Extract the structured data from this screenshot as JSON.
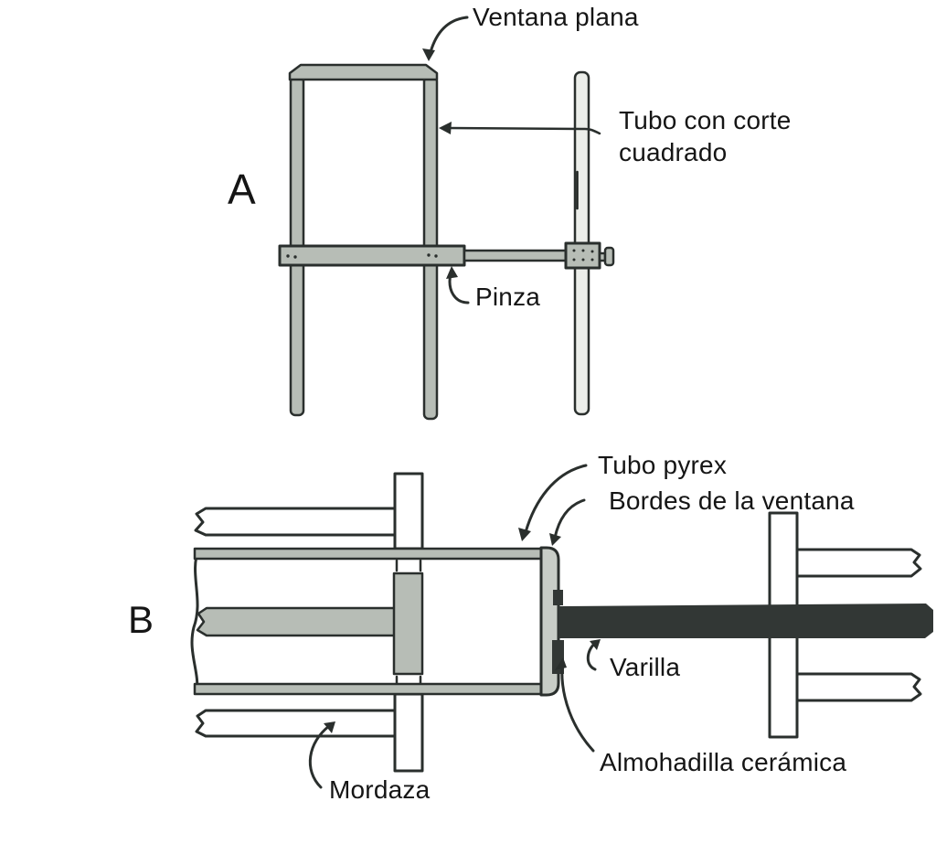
{
  "panel_a": {
    "label": "A",
    "annotations": {
      "ventana_plana": "Ventana plana",
      "tubo_corte": "Tubo con corte cuadrado",
      "pinza": "Pinza"
    }
  },
  "panel_b": {
    "label": "B",
    "annotations": {
      "tubo_pyrex": "Tubo pyrex",
      "bordes_ventana": "Bordes de la ventana",
      "varilla": "Varilla",
      "almohadilla": "Almohadilla cerámica",
      "mordaza": "Mordaza"
    }
  },
  "colors": {
    "background": "#ffffff",
    "metal_gray": "#b7bdb6",
    "window_gray": "#c8cdc7",
    "rod_light": "#eceeea",
    "outline_dark": "#2a2f2d",
    "rod_dark": "#323735",
    "text": "#151515"
  }
}
